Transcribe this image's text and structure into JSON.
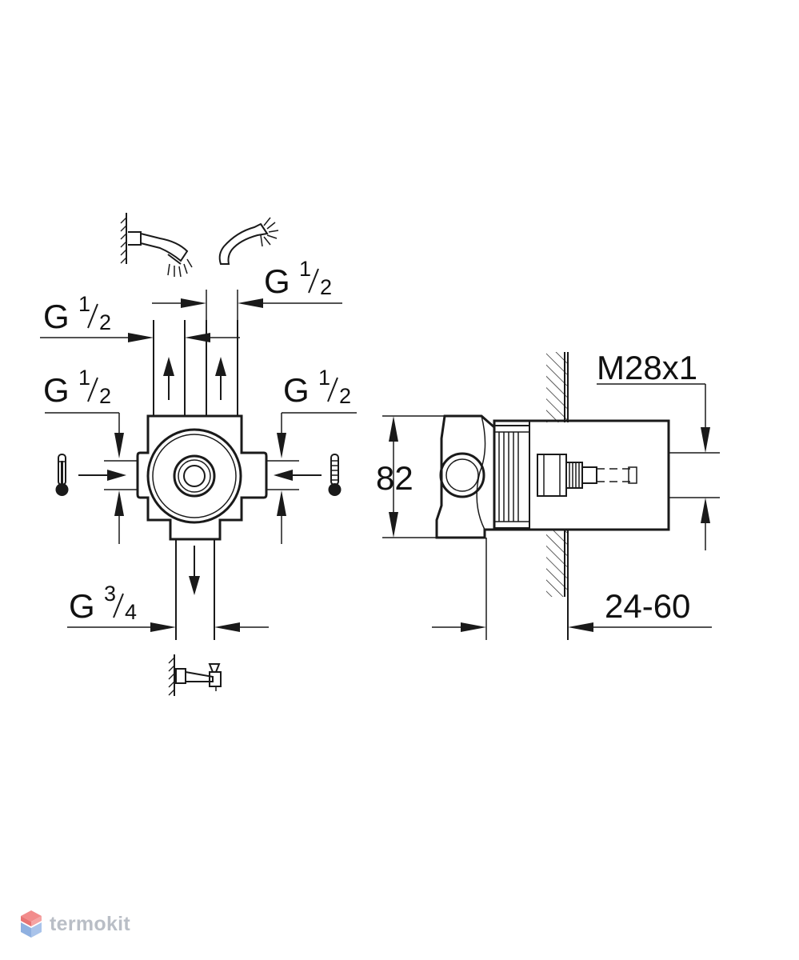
{
  "labels": {
    "g_top_right_main": "G",
    "g_top_right_num": "1",
    "g_top_right_den": "2",
    "g_top_left_main": "G",
    "g_top_left_num": "1",
    "g_top_left_den": "2",
    "g_mid_left_main": "G",
    "g_mid_left_num": "1",
    "g_mid_left_den": "2",
    "g_mid_right_main": "G",
    "g_mid_right_num": "1",
    "g_mid_right_den": "2",
    "g_bottom_main": "G",
    "g_bottom_num": "3",
    "g_bottom_den": "4",
    "height_dim": "82",
    "thread_dim": "M28x1",
    "wall_depth_dim": "24-60"
  },
  "icons": {
    "wall_shower": "wall-shower-head-icon",
    "hand_shower": "hand-shower-icon",
    "hot_thermometer": "thermometer-icon",
    "cold_thermometer": "thermometer-icon",
    "bath_spout": "bath-spout-icon",
    "logo": "termokit-logo-icon"
  },
  "watermark": {
    "brand": "termokit",
    "colors": {
      "top": "#f07a7a",
      "bottom": "#8fb0e0",
      "text": "#b9bec6"
    }
  }
}
